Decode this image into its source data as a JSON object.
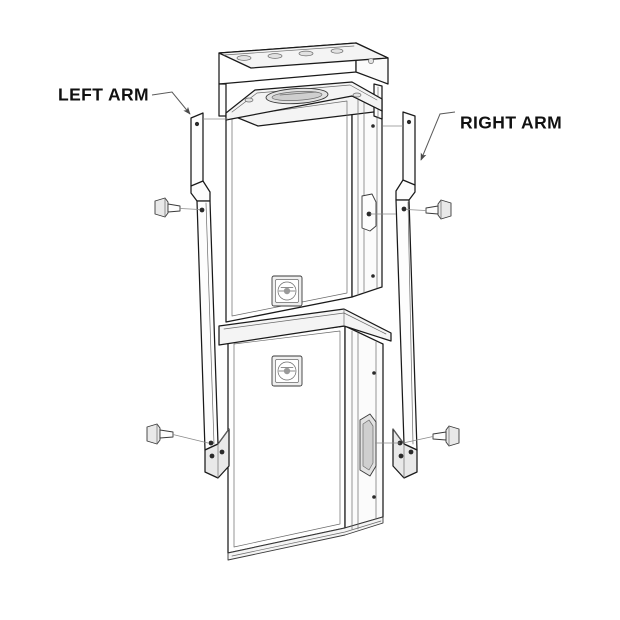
{
  "diagram": {
    "title": "Loudspeaker Stacked Pair with Left and Right Mounting Arms",
    "type": "exploded-assembly-line-drawing",
    "background_color": "#ffffff",
    "line_color": "#1a1a1a",
    "label_color": "#111111"
  },
  "labels": {
    "left_arm": "LEFT ARM",
    "right_arm": "RIGHT ARM"
  },
  "components": {
    "upper_cabinet": {
      "name": "upper-speaker-cabinet",
      "badge": "logo-badge",
      "top_handle": "recessed-oval-handle"
    },
    "lower_cabinet": {
      "name": "lower-speaker-cabinet",
      "badge": "logo-badge",
      "side_handle": "recessed-side-handle"
    },
    "top_frame": {
      "name": "top-mounting-frame"
    },
    "left_arm_bracket": {
      "name": "left-arm-bracket",
      "upper_hole_count": 1,
      "mid_hole_count": 1,
      "foot_hole_count": 3
    },
    "right_arm_bracket": {
      "name": "right-arm-bracket",
      "upper_hole_count": 1,
      "mid_hole_count": 1,
      "foot_hole_count": 3
    },
    "fasteners": [
      {
        "name": "bolt-upper-left",
        "position": "upper-left"
      },
      {
        "name": "bolt-upper-right",
        "position": "upper-right"
      },
      {
        "name": "bolt-lower-left",
        "position": "lower-left"
      },
      {
        "name": "bolt-lower-right",
        "position": "lower-right"
      }
    ]
  }
}
